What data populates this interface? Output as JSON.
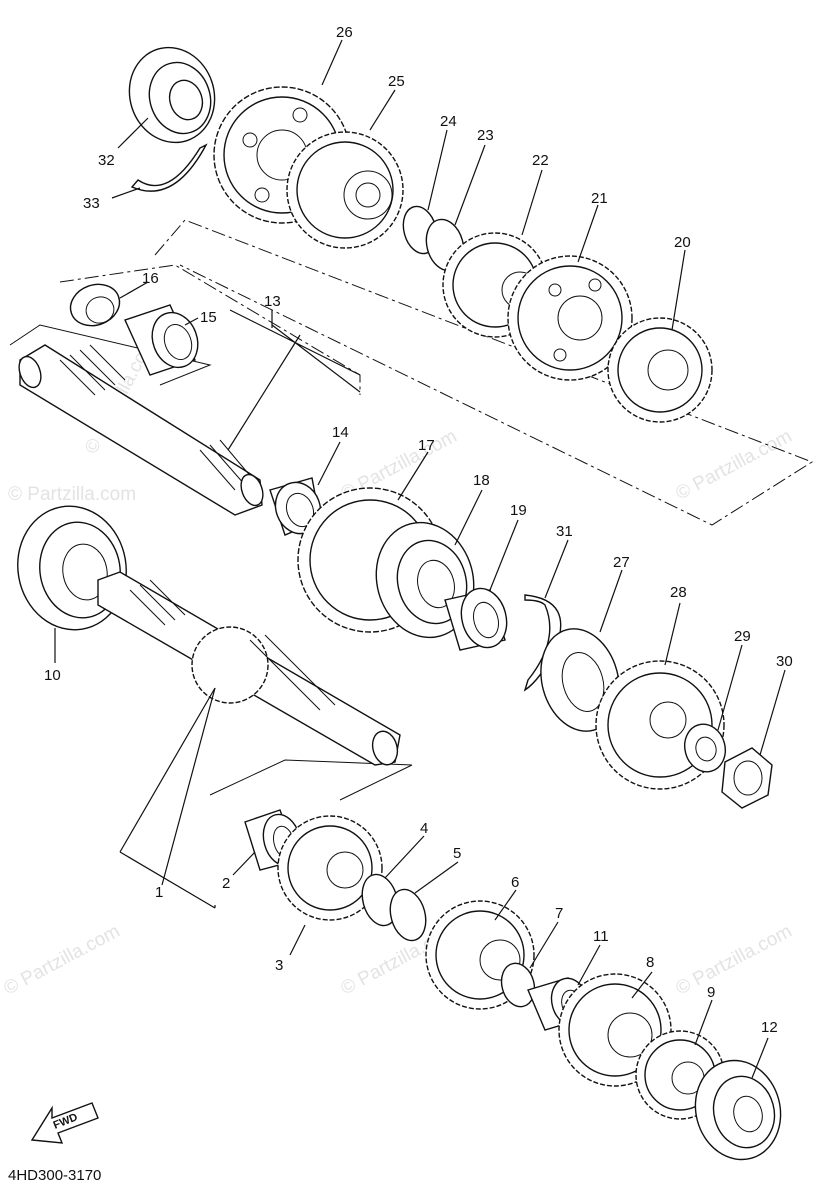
{
  "diagram": {
    "reference_code": "4HD300-3170",
    "fwd_label": "FWD",
    "watermark": "© Partzilla.com",
    "callouts": [
      "1",
      "2",
      "3",
      "4",
      "5",
      "6",
      "7",
      "8",
      "9",
      "10",
      "11",
      "12",
      "13",
      "14",
      "15",
      "16",
      "17",
      "18",
      "19",
      "20",
      "21",
      "22",
      "23",
      "24",
      "25",
      "26",
      "27",
      "28",
      "29",
      "30",
      "31",
      "32",
      "33"
    ]
  },
  "colors": {
    "line": "#111111",
    "watermark": "#e3e3e3",
    "background": "#ffffff"
  }
}
